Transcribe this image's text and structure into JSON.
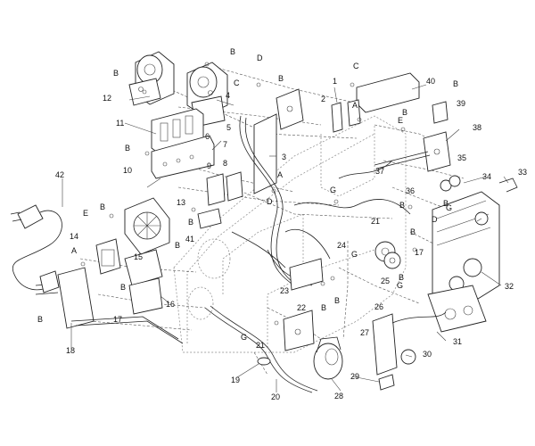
{
  "callouts": [
    {
      "id": "n1",
      "text": "1"
    },
    {
      "id": "n2",
      "text": "2"
    },
    {
      "id": "n3",
      "text": "3"
    },
    {
      "id": "n4",
      "text": "4"
    },
    {
      "id": "n5",
      "text": "5"
    },
    {
      "id": "n6",
      "text": "6"
    },
    {
      "id": "n7",
      "text": "7"
    },
    {
      "id": "n8",
      "text": "8"
    },
    {
      "id": "n9",
      "text": "9"
    },
    {
      "id": "n10",
      "text": "10"
    },
    {
      "id": "n11",
      "text": "11"
    },
    {
      "id": "n12",
      "text": "12"
    },
    {
      "id": "n13",
      "text": "13"
    },
    {
      "id": "n14",
      "text": "14"
    },
    {
      "id": "n15",
      "text": "15"
    },
    {
      "id": "n16",
      "text": "16"
    },
    {
      "id": "n17a",
      "text": "17"
    },
    {
      "id": "n17b",
      "text": "17"
    },
    {
      "id": "n18",
      "text": "18"
    },
    {
      "id": "n19",
      "text": "19"
    },
    {
      "id": "n20",
      "text": "20"
    },
    {
      "id": "n21a",
      "text": "21"
    },
    {
      "id": "n21b",
      "text": "21"
    },
    {
      "id": "n22",
      "text": "22"
    },
    {
      "id": "n23",
      "text": "23"
    },
    {
      "id": "n24",
      "text": "24"
    },
    {
      "id": "n25",
      "text": "25"
    },
    {
      "id": "n26",
      "text": "26"
    },
    {
      "id": "n27",
      "text": "27"
    },
    {
      "id": "n28",
      "text": "28"
    },
    {
      "id": "n29",
      "text": "29"
    },
    {
      "id": "n30",
      "text": "30"
    },
    {
      "id": "n31",
      "text": "31"
    },
    {
      "id": "n32",
      "text": "32"
    },
    {
      "id": "n33",
      "text": "33"
    },
    {
      "id": "n34",
      "text": "34"
    },
    {
      "id": "n35",
      "text": "35"
    },
    {
      "id": "n36",
      "text": "36"
    },
    {
      "id": "n37",
      "text": "37"
    },
    {
      "id": "n38",
      "text": "38"
    },
    {
      "id": "n39",
      "text": "39"
    },
    {
      "id": "n40",
      "text": "40"
    },
    {
      "id": "n41",
      "text": "41"
    },
    {
      "id": "n42",
      "text": "42"
    }
  ],
  "letters": [
    {
      "id": "B1",
      "text": "B"
    },
    {
      "id": "B2",
      "text": "B"
    },
    {
      "id": "B3",
      "text": "B"
    },
    {
      "id": "B4",
      "text": "B"
    },
    {
      "id": "B5",
      "text": "B"
    },
    {
      "id": "B6",
      "text": "B"
    },
    {
      "id": "B7",
      "text": "B"
    },
    {
      "id": "B8",
      "text": "B"
    },
    {
      "id": "B9",
      "text": "B"
    },
    {
      "id": "B10",
      "text": "B"
    },
    {
      "id": "B11",
      "text": "B"
    },
    {
      "id": "B12",
      "text": "B"
    },
    {
      "id": "B13",
      "text": "B"
    },
    {
      "id": "B14",
      "text": "B"
    },
    {
      "id": "B15",
      "text": "B"
    },
    {
      "id": "B16",
      "text": "B"
    },
    {
      "id": "B17",
      "text": "B"
    },
    {
      "id": "A1",
      "text": "A"
    },
    {
      "id": "A2",
      "text": "A"
    },
    {
      "id": "A3",
      "text": "A"
    },
    {
      "id": "C1",
      "text": "C"
    },
    {
      "id": "C2",
      "text": "C"
    },
    {
      "id": "D1",
      "text": "D"
    },
    {
      "id": "D2",
      "text": "D"
    },
    {
      "id": "D3",
      "text": "D"
    },
    {
      "id": "E1",
      "text": "E"
    },
    {
      "id": "E2",
      "text": "E"
    },
    {
      "id": "G1",
      "text": "G"
    },
    {
      "id": "G2",
      "text": "G"
    },
    {
      "id": "G3",
      "text": "G"
    },
    {
      "id": "G4",
      "text": "G"
    },
    {
      "id": "G5",
      "text": "G"
    }
  ]
}
